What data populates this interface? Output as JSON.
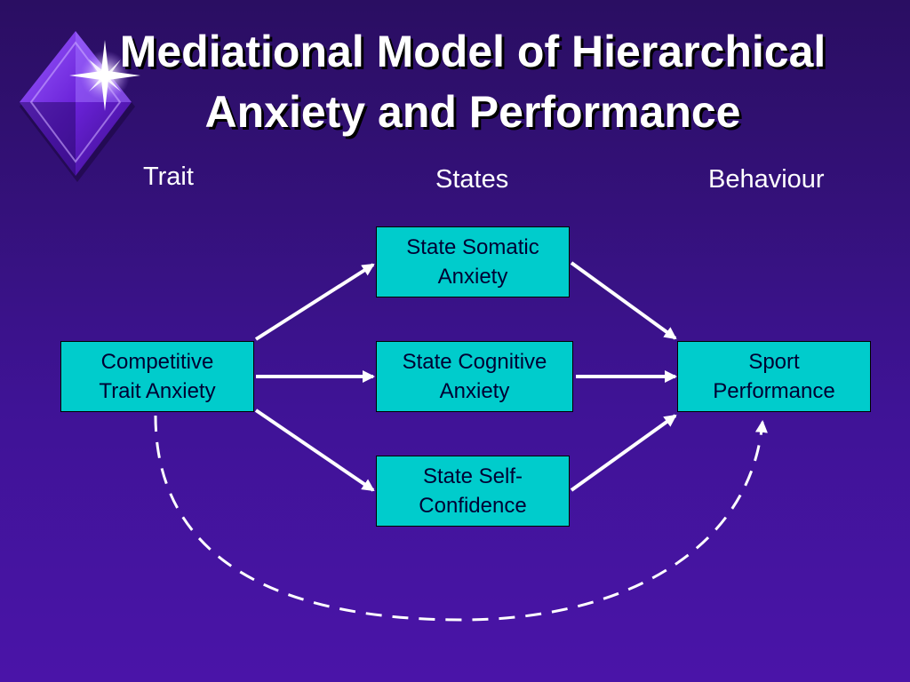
{
  "title": {
    "line1": "Mediational Model of Hierarchical",
    "line2": "Anxiety and Performance"
  },
  "columns": {
    "trait": "Trait",
    "states": "States",
    "behaviour": "Behaviour"
  },
  "nodes": {
    "trait": [
      "Competitive",
      "Trait Anxiety"
    ],
    "somatic": [
      "State Somatic",
      "Anxiety"
    ],
    "cognitive": [
      "State Cognitive",
      "Anxiety"
    ],
    "confidence": [
      "State Self-",
      "Confidence"
    ],
    "performance": [
      "Sport",
      "Performance"
    ]
  },
  "colors": {
    "box_fill": "#00cccc",
    "arrow": "#ffffff",
    "background": "#34117a"
  }
}
